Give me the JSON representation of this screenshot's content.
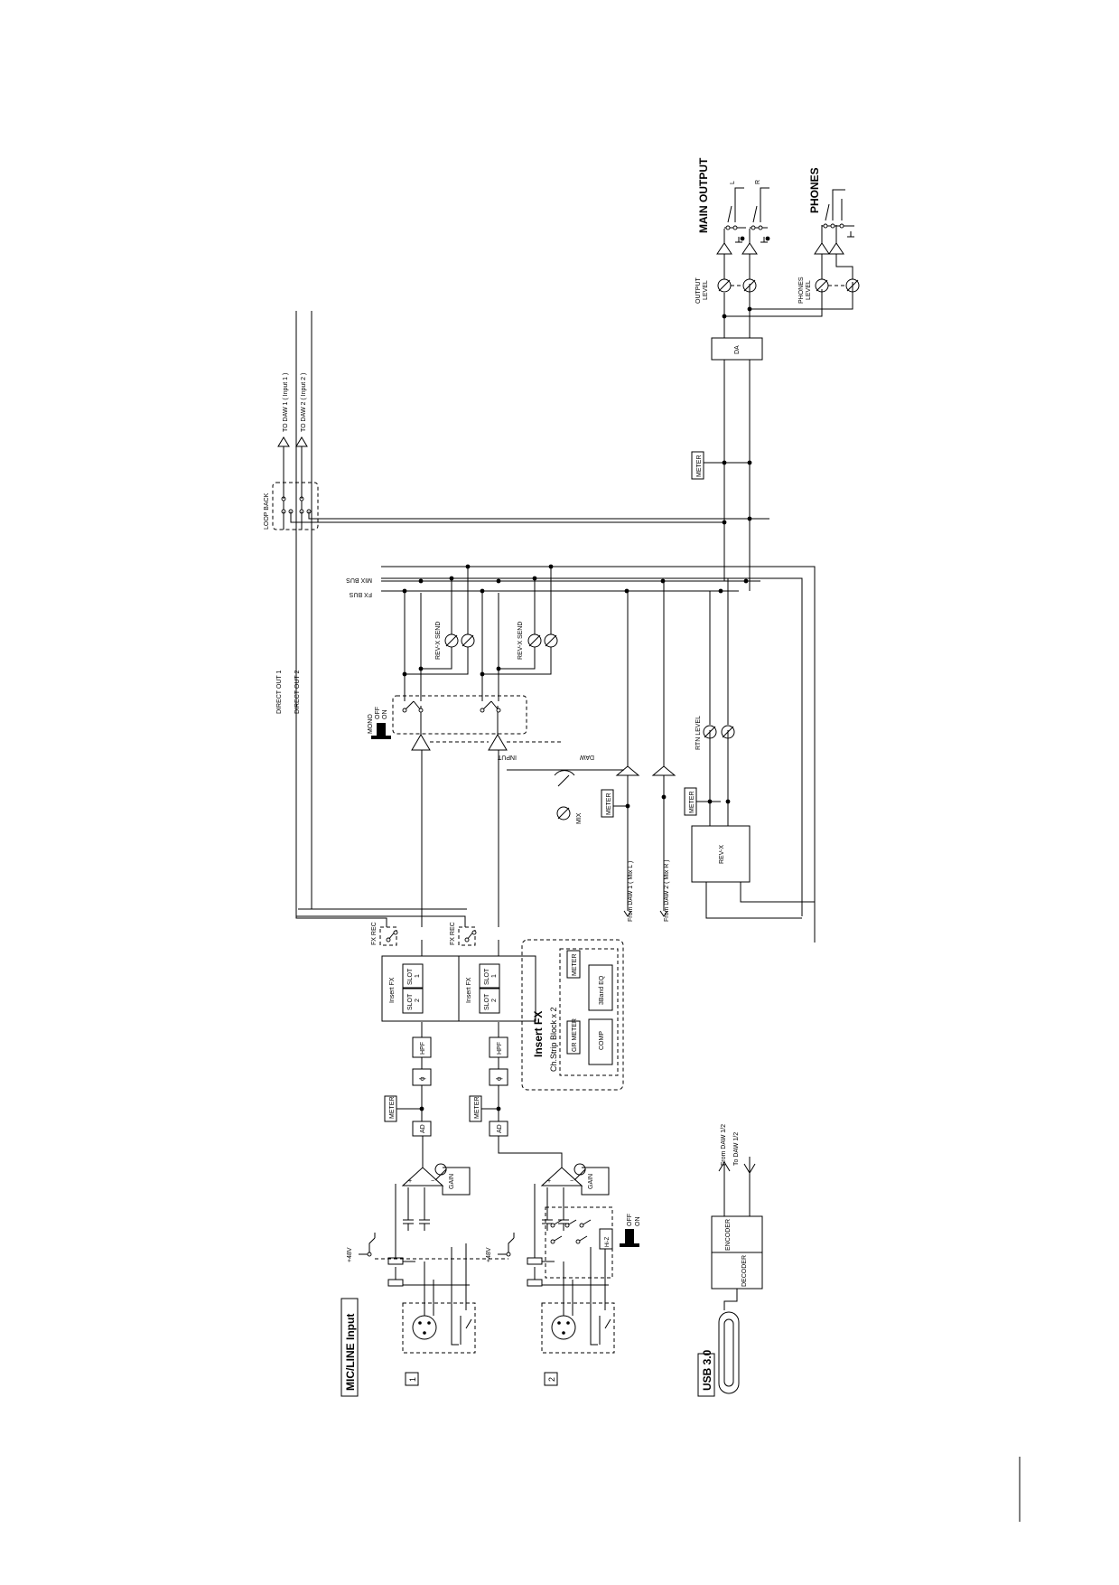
{
  "sections": {
    "mic_line_input": "MIC/LINE Input",
    "usb": "USB 3.0",
    "main_output": "MAIN OUTPUT",
    "phones": "PHONES",
    "insert_fx_title": "Insert FX",
    "insert_fx_subtitle": "Ch.Strip Block x 2"
  },
  "channels": [
    "1",
    "2"
  ],
  "labels": {
    "phantom": "+48V",
    "gain": "GAIN",
    "ad": "AD",
    "meter": "METER",
    "phase": "ϕ",
    "hpf": "HPF",
    "insert_fx": "Insert FX",
    "slot1": "SLOT 1",
    "slot2": "SLOT 2",
    "fx_rec": "FX REC",
    "hiz": "Hi-Z",
    "off": "OFF",
    "on": "ON",
    "mono": "MONO",
    "comp": "COMP",
    "eq": "3Band EQ",
    "gr_meter": "GR METER",
    "direct_out_1": "DIRECT OUT 1",
    "direct_out_2": "DIRECT OUT 2",
    "loop_back": "LOOP BACK",
    "to_daw_1": "TO DAW 1 ( Input 1 )",
    "to_daw_2": "TO DAW 2 ( Input 2 )",
    "rev_x_send": "REV-X SEND",
    "fx_bus": "FX BUS",
    "mix_bus": "MIX BUS",
    "input": "INPUT",
    "daw": "DAW",
    "mix": "MIX",
    "from_daw_1": "From DAW 1 ( Mix L )",
    "from_daw_2": "From DAW 2 ( Mix R )",
    "rev_x": "REV-X",
    "rtn_level": "RTN LEVEL",
    "da": "DA",
    "output_level": "OUTPUT LEVEL",
    "phones_level": "PHONES LEVEL",
    "l": "L",
    "r": "R",
    "encoder": "ENCODER",
    "decoder": "DECODER",
    "from_daw_12": "From DAW 1/2",
    "to_daw_12": "To DAW 1/2"
  }
}
